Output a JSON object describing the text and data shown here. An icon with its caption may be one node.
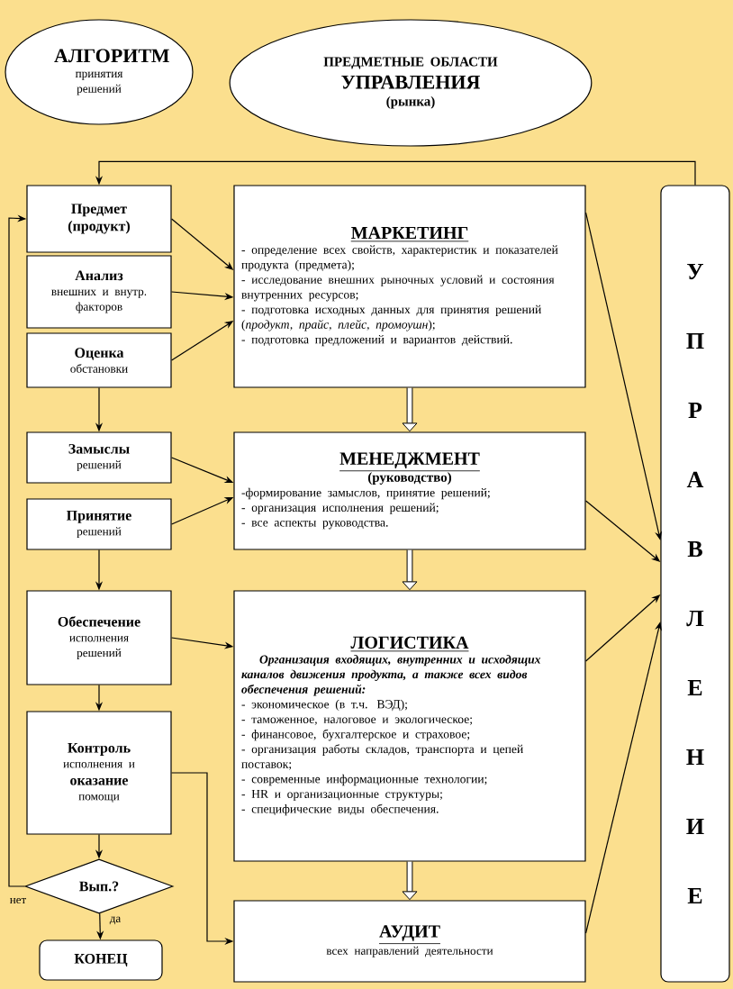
{
  "diagram": {
    "nodes": [
      {
        "text": [
          "АЛГОРИТМ",
          "принятия решений"
        ]
      },
      {
        "text": [
          "ПРЕДМЕТНЫЕ ОБЛАСТИ",
          "УПРАВЛЕНИЯ",
          "(рынка)"
        ]
      },
      {
        "text": [
          "Предмет (продукт)"
        ]
      },
      {
        "text": [
          "Анализ",
          "внешних и внутр. факторов"
        ]
      },
      {
        "text": [
          "Оценка",
          "обстановки"
        ]
      },
      {
        "text": [
          "Замыслы",
          "решений"
        ]
      },
      {
        "text": [
          "Принятие",
          "решений"
        ]
      },
      {
        "text": [
          "Обеспечение",
          "исполнения решений"
        ]
      },
      {
        "text": [
          "Контроль",
          "исполнения и",
          "оказание",
          "помощи"
        ]
      },
      {
        "text": [
          "Вып.?"
        ]
      },
      {
        "text": [
          "КОНЕЦ"
        ]
      },
      {
        "text": [
          "МАРКЕТИНГ",
          "- определение всех свойств, характеристик и показателей продукта (предмета);",
          "- исследование внешних рыночных условий и состояния внутренних ресурсов;",
          "- подготовка исходных данных для принятия решений (*продукт, прайс, плейс, промоушн*);",
          "- подготовка предложений и вариантов действий."
        ]
      },
      {
        "text": [
          "МЕНЕДЖМЕНТ",
          "(руководство)",
          "-формирование замыслов, принятие решений;",
          "- организация исполнения решений;",
          "- все аспекты руководства."
        ]
      },
      {
        "text": [
          "ЛОГИСТИКА",
          "Организация входящих, внутренних и исходящих каналов движения продукта, а также всех видов обеспечения решений:",
          "- экономическое (в т.ч. ВЭД);",
          "- таможенное, налоговое и экологическое;",
          "- финансовое, бухгалтерское и страховое;",
          "- организация работы складов, транспорта и цепей поставок;",
          "- современные информационные технологии;",
          "- HR и организационные структуры;",
          "- специфические виды обеспечения."
        ]
      },
      {
        "text": [
          "АУДИТ",
          "всех направлений деятельности"
        ]
      },
      {
        "text": [
          "У П Р А В Л Е Н И Е"
        ]
      }
    ],
    "edges": [
      {
        "from": 15,
        "to": 2,
        "arrow": "to"
      },
      {
        "from": 9,
        "to": 2,
        "arrow": "to",
        "label": "нет"
      },
      {
        "from": 9,
        "to": 10,
        "arrow": "to",
        "label": "да"
      },
      {
        "from": 4,
        "to": 5,
        "arrow": "to"
      },
      {
        "from": 6,
        "to": 7,
        "arrow": "to"
      },
      {
        "from": 7,
        "to": 8,
        "arrow": "to"
      },
      {
        "from": 8,
        "to": 9,
        "arrow": "to"
      },
      {
        "from": 2,
        "to": 11,
        "arrow": "to"
      },
      {
        "from": 3,
        "to": 11,
        "arrow": "to"
      },
      {
        "from": 4,
        "to": 11,
        "arrow": "to"
      },
      {
        "from": 5,
        "to": 12,
        "arrow": "to"
      },
      {
        "from": 6,
        "to": 12,
        "arrow": "to"
      },
      {
        "from": 7,
        "to": 13,
        "arrow": "to"
      },
      {
        "from": 8,
        "to": 14,
        "arrow": "to"
      },
      {
        "from": 11,
        "to": 12,
        "arrow": "to",
        "style": "thick"
      },
      {
        "from": 12,
        "to": 13,
        "arrow": "to",
        "style": "thick"
      },
      {
        "from": 13,
        "to": 14,
        "arrow": "to",
        "style": "thick"
      },
      {
        "from": 11,
        "to": 15,
        "arrow": "to"
      },
      {
        "from": 12,
        "to": 15,
        "arrow": "to"
      },
      {
        "from": 13,
        "to": 15,
        "arrow": "to"
      },
      {
        "from": 14,
        "to": 15,
        "arrow": "to"
      }
    ]
  }
}
